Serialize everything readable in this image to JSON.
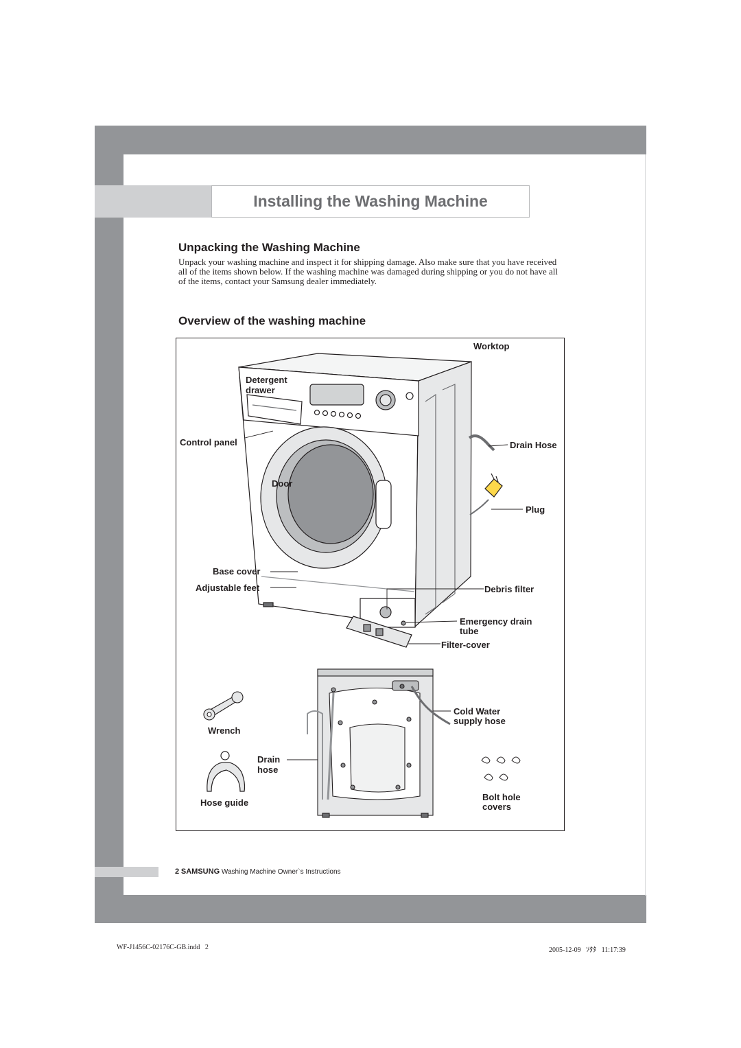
{
  "header": {
    "title": "Installing the Washing Machine"
  },
  "unpacking": {
    "heading": "Unpacking the Washing Machine",
    "body": "Unpack your washing machine and inspect it for shipping damage.  Also make sure that you have received all of the items shown below.  If the washing machine was damaged during shipping or you do not have all of the items, contact your Samsung dealer immediately."
  },
  "overview": {
    "heading": "Overview of the washing machine",
    "labels": {
      "worktop": "Worktop",
      "detergent_drawer_1": "Detergent",
      "detergent_drawer_2": "drawer",
      "control_panel": "Control panel",
      "drain_hose": "Drain Hose",
      "door": "Door",
      "plug": "Plug",
      "base_cover": "Base cover",
      "adjustable_feet": "Adjustable feet",
      "debris_filter": "Debris filter",
      "emergency_drain_1": "Emergency drain",
      "emergency_drain_2": "tube",
      "filter_cover": "Filter-cover",
      "cold_water_1": "Cold Water",
      "cold_water_2": "supply hose",
      "wrench": "Wrench",
      "drain_hose_back_1": "Drain",
      "drain_hose_back_2": "hose",
      "hose_guide": "Hose guide",
      "bolt_hole_1": "Bolt hole",
      "bolt_hole_2": "covers"
    }
  },
  "footer": {
    "page_number": "2",
    "brand": "SAMSUNG",
    "doc_title": "Washing Machine Owner`s Instructions"
  },
  "slug": {
    "file": "WF-J1456C-02176C-GB.indd   2",
    "timestamp": "2005-12-09   ｿﾀﾀ   11:17:39"
  }
}
